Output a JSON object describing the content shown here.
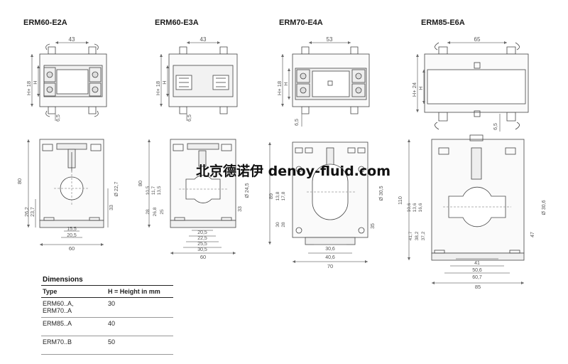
{
  "models": [
    {
      "code": "ERM60-E2A"
    },
    {
      "code": "ERM60-E3A"
    },
    {
      "code": "ERM70-E4A"
    },
    {
      "code": "ERM85-E6A"
    }
  ],
  "top_view_dims": {
    "e2a": {
      "width": "43",
      "h": "H",
      "h18": "H+ 18",
      "gap": "6,5"
    },
    "e3a": {
      "width": "43",
      "h": "H",
      "h18": "H+ 18",
      "gap": "6,5"
    },
    "e4a": {
      "width": "53",
      "h": "H",
      "h18": "H+ 18",
      "gap": "6,5"
    },
    "e6a": {
      "width": "65",
      "h": "H",
      "h24": "H+ 24",
      "gap": "6,5"
    }
  },
  "front_view_dims": {
    "e2a": {
      "height": "80",
      "d1": "26,2",
      "d2": "23,7",
      "right": "33",
      "hole": "Ø 22,7",
      "b1": "15,5",
      "b2": "20,5",
      "width": "60"
    },
    "e3a": {
      "height": "80",
      "v1": "10,5",
      "v2": "11,7",
      "v3": "13,5",
      "v4": "28",
      "v5": "26,8",
      "v6": "25",
      "right": "33",
      "hole": "Ø 24,5",
      "b1": "20,5",
      "b2": "22,5",
      "b3": "25,5",
      "b4": "30,5",
      "width": "60"
    },
    "e4a": {
      "height": "89",
      "v1": "13,8",
      "v2": "17,8",
      "v3": "30",
      "v4": "28",
      "right": "35",
      "hole": "Ø 30,5",
      "b1": "30,6",
      "b2": "40,6",
      "width": "70"
    },
    "e6a": {
      "height": "110",
      "v1": "10,6",
      "v2": "13,6",
      "v3": "16,6",
      "v4": "41,7",
      "v5": "38,2",
      "v6": "37,2",
      "right": "47",
      "hole": "Ø 30,6",
      "b1": "41",
      "b2": "50,6",
      "b3": "60,7",
      "width": "85"
    }
  },
  "watermark": "北京德诺伊 denoy-fluid.com",
  "dimensions_table": {
    "title": "Dimensions",
    "headers": [
      "Type",
      "H = Height in mm"
    ],
    "rows": [
      {
        "type_line1": "ERM60..A,",
        "type_line2": "ERM70..A",
        "height": "30"
      },
      {
        "type_line1": "ERM85..A",
        "type_line2": "",
        "height": "40"
      },
      {
        "type_line1": "ERM70..B",
        "type_line2": "",
        "height": "50"
      }
    ]
  }
}
